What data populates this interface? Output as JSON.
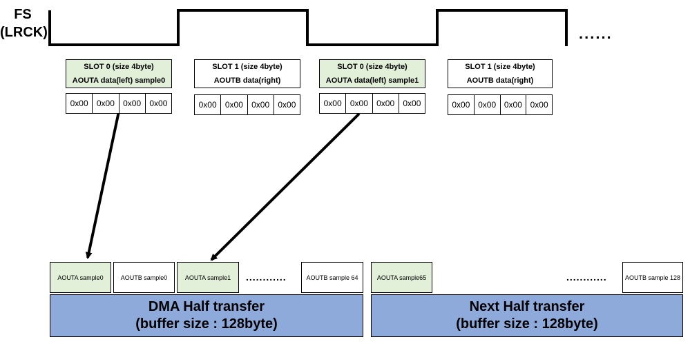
{
  "fs_label": [
    "FS",
    "(LRCK)"
  ],
  "continuation": "......",
  "slots": [
    {
      "title": "SLOT 0 (size 4byte)",
      "desc": "AOUTA data(left) sample0",
      "highlight": true,
      "bytes": [
        "0x00",
        "0x00",
        "0x00",
        "0x00"
      ]
    },
    {
      "title": "SLOT 1 (size 4byte)",
      "desc": "AOUTB data(right)",
      "highlight": false,
      "bytes": [
        "0x00",
        "0x00",
        "0x00",
        "0x00"
      ]
    },
    {
      "title": "SLOT 0 (size 4byte)",
      "desc": "AOUTA data(left) sample1",
      "highlight": true,
      "bytes": [
        "0x00",
        "0x00",
        "0x00",
        "0x00"
      ]
    },
    {
      "title": "SLOT 1 (size 4byte)",
      "desc": "AOUTB data(right)",
      "highlight": false,
      "bytes": [
        "0x00",
        "0x00",
        "0x00",
        "0x00"
      ]
    }
  ],
  "buffer_cells": [
    {
      "label": "AOUTA sample0",
      "highlight": true
    },
    {
      "label": "AOUTB sample0",
      "highlight": false
    },
    {
      "label": "AOUTA sample1",
      "highlight": true
    },
    {
      "label": "AOUTB sample 64",
      "highlight": false
    },
    {
      "label": "AOUTA sample65",
      "highlight": true
    },
    {
      "label": "AOUTB sample 128",
      "highlight": false
    }
  ],
  "buffer_dots": [
    "............",
    "............"
  ],
  "halves": [
    {
      "line1": "DMA Half transfer",
      "line2": "(buffer size : 128byte)"
    },
    {
      "line1": "Next Half transfer",
      "line2": "(buffer size : 128byte)"
    }
  ],
  "colors": {
    "highlight": "#e2efd9",
    "half_fill": "#8eaadb",
    "line": "#000000"
  }
}
